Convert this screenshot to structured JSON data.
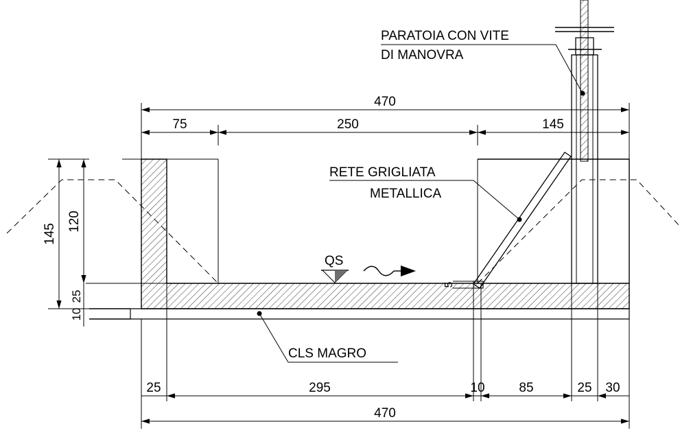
{
  "labels": {
    "gate_line1": "PARATOIA CON VITE",
    "gate_line2": "DI MANOVRA",
    "grid_line1": "RETE GRIGLIATA",
    "grid_line2": "METALLICA",
    "flow": "QS",
    "base": "CLS MAGRO"
  },
  "dims_top": {
    "total": "470",
    "left": "75",
    "middle": "250",
    "right": "145"
  },
  "dims_left": {
    "total": "145",
    "upper": "120",
    "slab": "25",
    "base": "10"
  },
  "dims_bottom": {
    "total": "470",
    "wall": "25",
    "channel": "295",
    "grid_gap": "10",
    "mid": "85",
    "gate_slot": "25",
    "end": "30"
  },
  "dim_step": "5",
  "colors": {
    "line": "#000000",
    "hatch": "#000000",
    "qs_fill": "#6e6e6e"
  },
  "icons": [
    "flow-wave-arrow-icon",
    "water-level-triangle-icon"
  ]
}
